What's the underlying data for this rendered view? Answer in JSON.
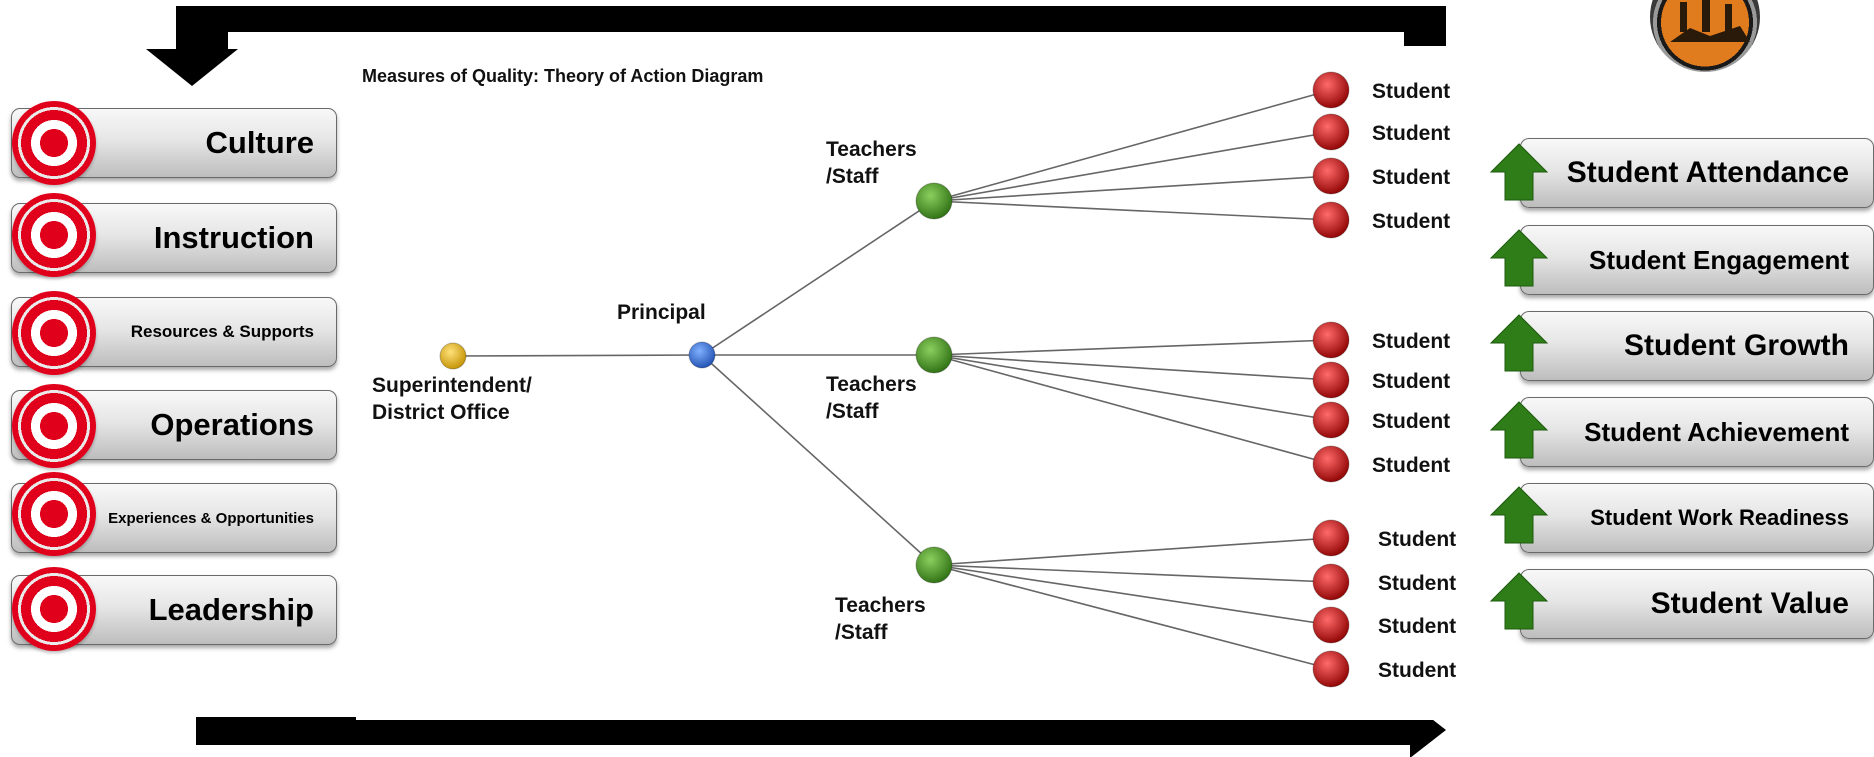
{
  "left_panel": {
    "items": [
      {
        "label": "Culture"
      },
      {
        "label": "Instruction"
      },
      {
        "label": "Resources & Supports"
      },
      {
        "label": "Operations"
      },
      {
        "label": "Experiences & Opportunities"
      },
      {
        "label": "Leadership"
      }
    ],
    "icon": "target-icon"
  },
  "right_panel": {
    "items": [
      {
        "label": "Student Attendance"
      },
      {
        "label": "Student Engagement"
      },
      {
        "label": "Student Growth"
      },
      {
        "label": "Student Achievement"
      },
      {
        "label": "Student Work Readiness"
      },
      {
        "label": "Student Value"
      }
    ],
    "icon": "up-arrow-icon"
  },
  "diagram": {
    "title": "Measures of Quality: Theory of Action Diagram",
    "superintendent_label_1": "Superintendent/",
    "superintendent_label_2": "District Office",
    "principal_label": "Principal",
    "teacher_label_1": "Teachers",
    "teacher_label_2": "/Staff",
    "student_label": "Student",
    "student_count_per_group": 4,
    "group_count": 3
  },
  "colors": {
    "superintendent_node": "#d9a400",
    "principal_node": "#2a64c8",
    "teacher_node": "#3e8a22",
    "student_node": "#b00000",
    "target_red": "#e0001b",
    "arrow_green": "#2e7d18",
    "flow_arrow": "#000000"
  }
}
